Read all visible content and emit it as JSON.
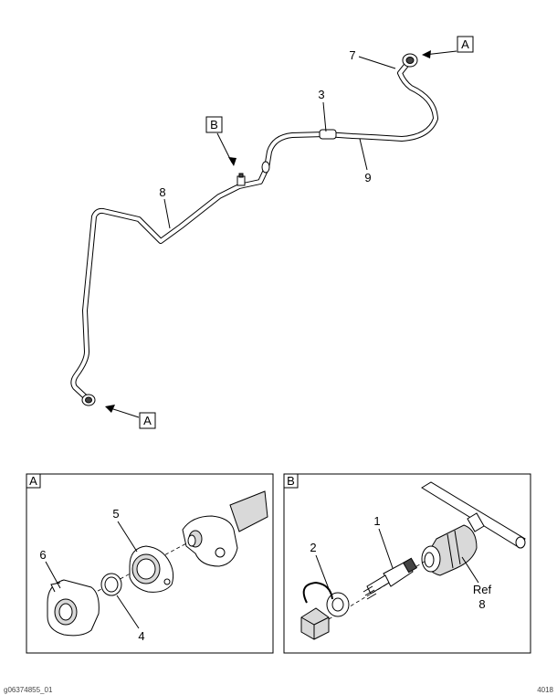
{
  "diagram": {
    "main_labels": {
      "callout_a_top": "A",
      "callout_a_bottom": "A",
      "callout_b": "B",
      "part_3": "3",
      "part_7": "7",
      "part_8": "8",
      "part_9": "9"
    },
    "detail_a": {
      "title": "A",
      "part_4": "4",
      "part_5": "5",
      "part_6": "6"
    },
    "detail_b": {
      "title": "B",
      "part_1": "1",
      "part_2": "2",
      "ref_text": "Ref",
      "ref_number": "8"
    },
    "footer": {
      "left": "g06374855_01",
      "right": "4018"
    }
  }
}
